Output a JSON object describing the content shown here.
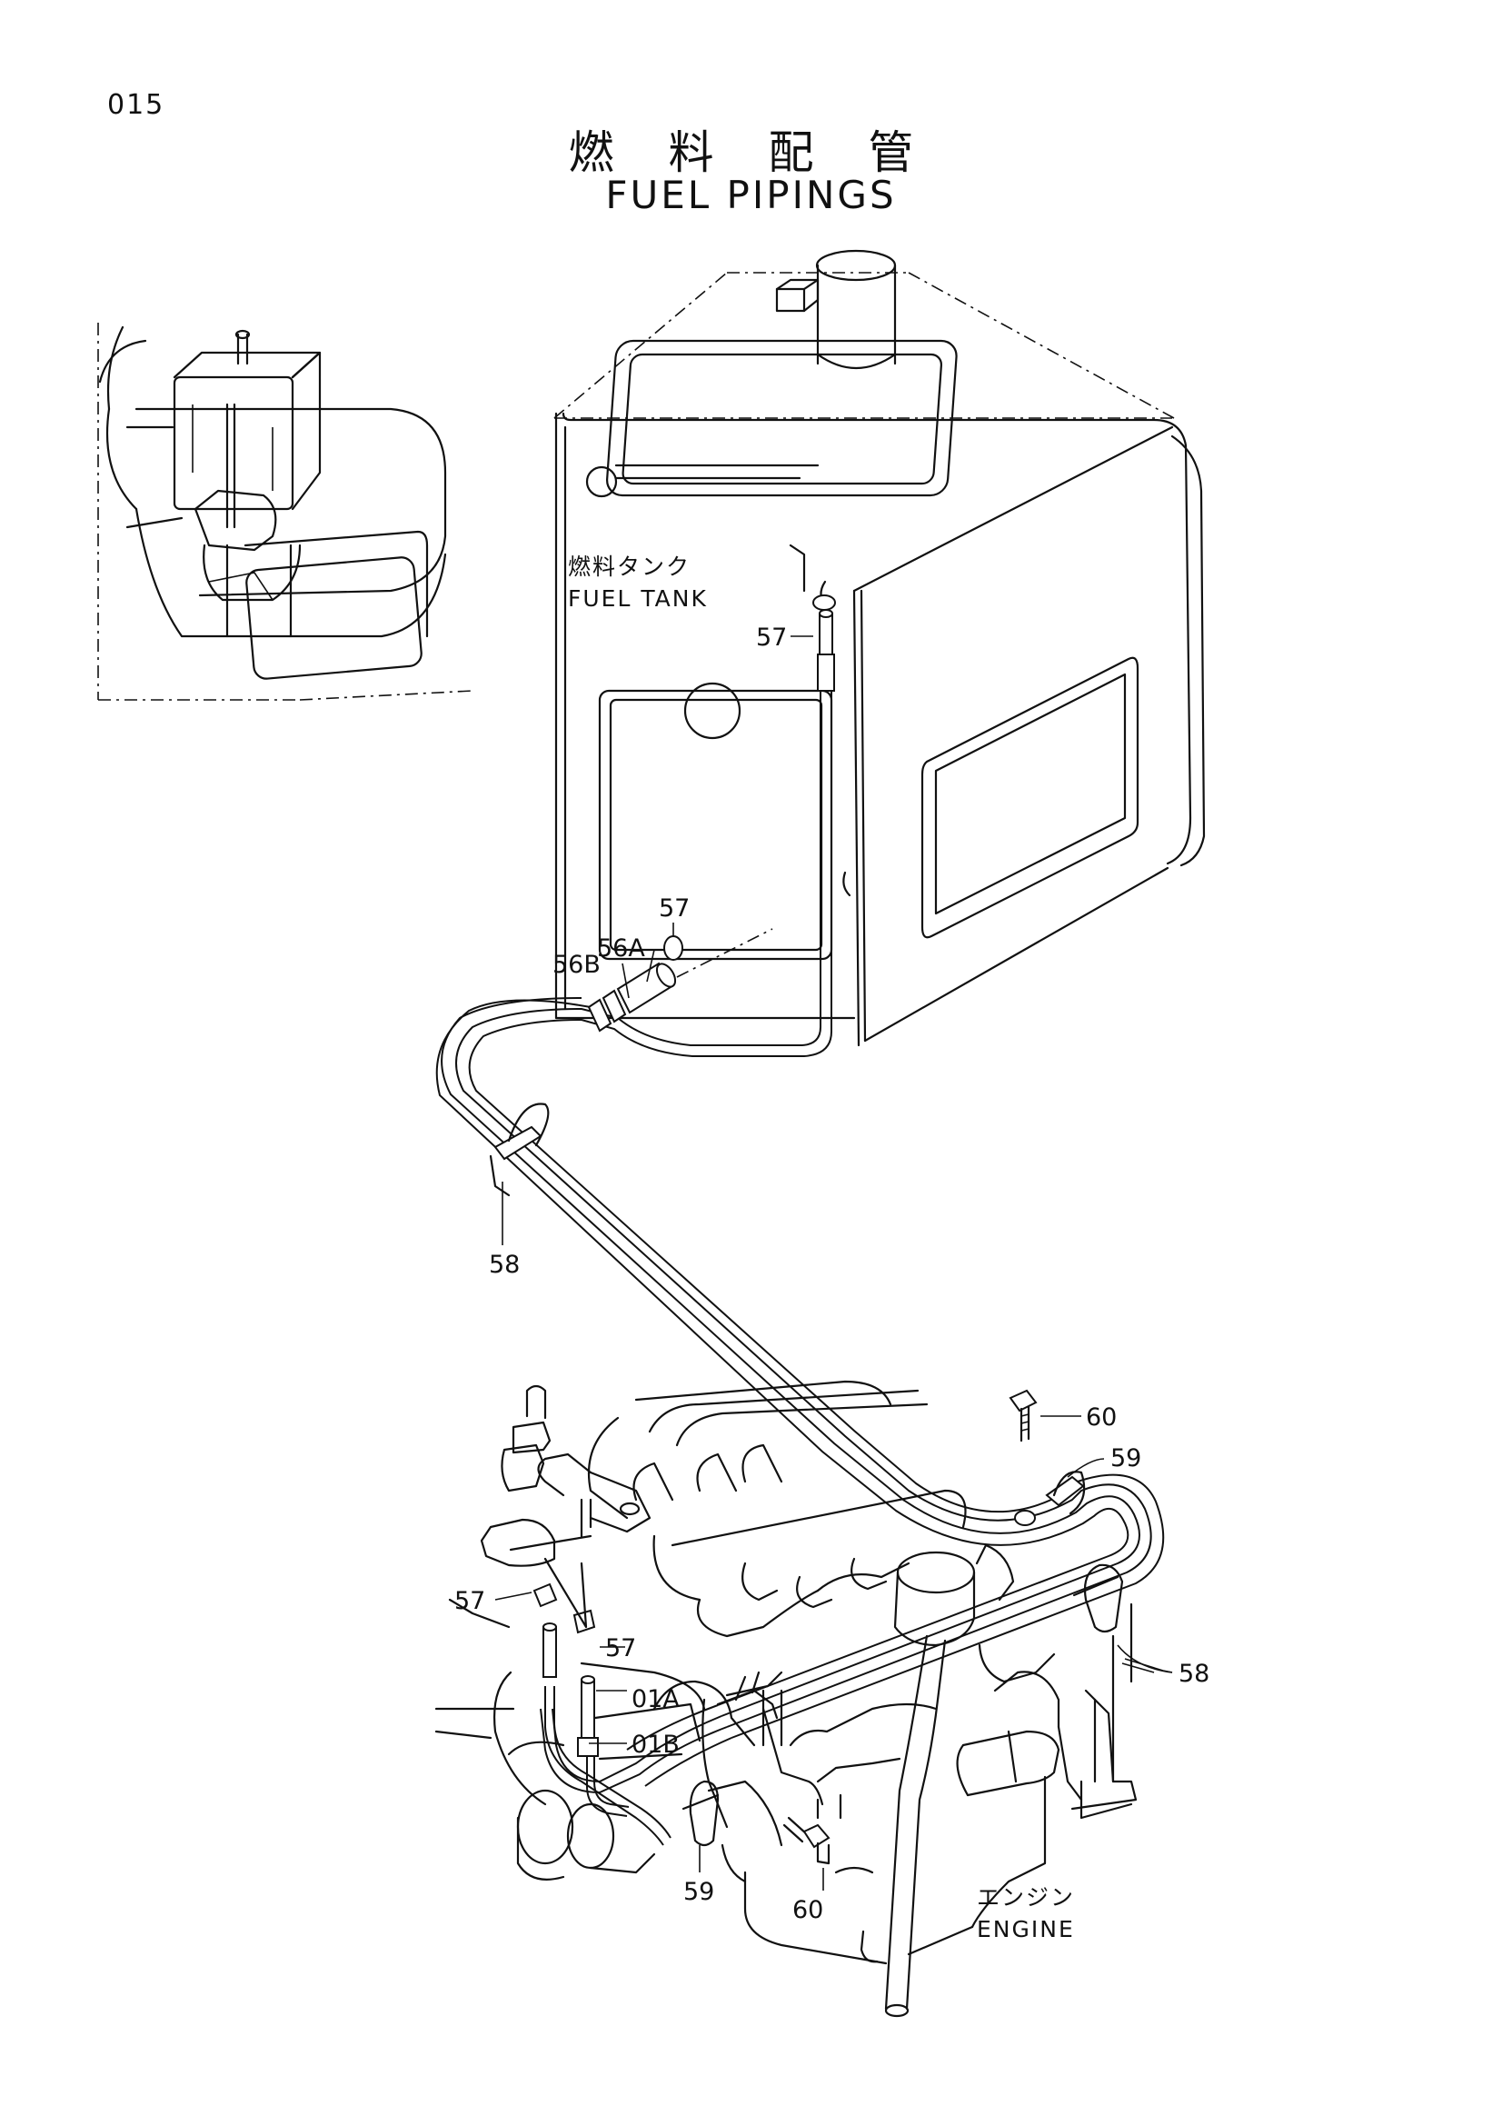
{
  "page_number": "015",
  "title_jp": "燃 料 配 管",
  "title_en": "FUEL PIPINGS",
  "callouts": {
    "fuel_tank_jp": "燃料タンク",
    "fuel_tank_en": "FUEL TANK",
    "engine_jp": "エンジン",
    "engine_en": "ENGINE"
  },
  "part_labels": [
    {
      "id": "p57a",
      "text": "57"
    },
    {
      "id": "p57b",
      "text": "57"
    },
    {
      "id": "p56a",
      "text": "56A"
    },
    {
      "id": "p56b",
      "text": "56B"
    },
    {
      "id": "p58a",
      "text": "58"
    },
    {
      "id": "p60a",
      "text": "60"
    },
    {
      "id": "p59a",
      "text": "59"
    },
    {
      "id": "p57c",
      "text": "57"
    },
    {
      "id": "p57d",
      "text": "57"
    },
    {
      "id": "p01a",
      "text": "01A"
    },
    {
      "id": "p01b",
      "text": "01B"
    },
    {
      "id": "p58b",
      "text": "58"
    },
    {
      "id": "p59b",
      "text": "59"
    },
    {
      "id": "p60b",
      "text": "60"
    }
  ]
}
